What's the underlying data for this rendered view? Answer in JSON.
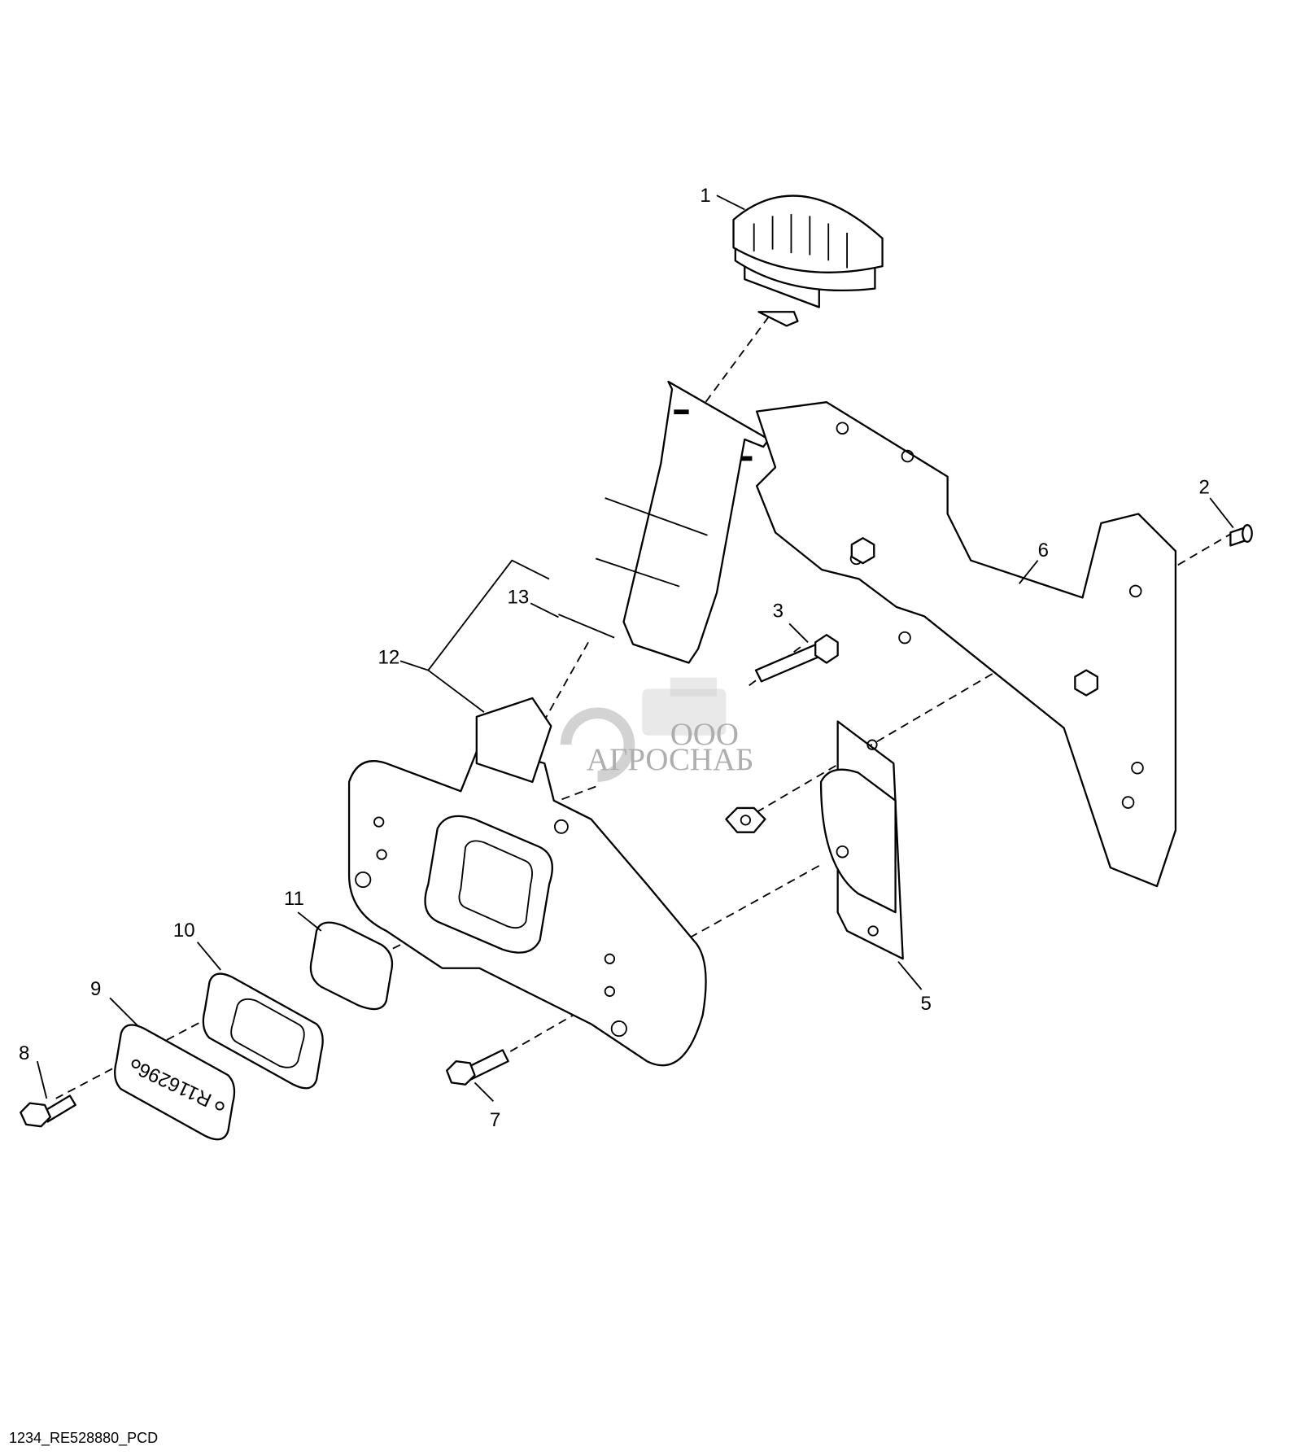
{
  "diagram": {
    "callouts": {
      "c1": "1",
      "c2": "2",
      "c3": "3",
      "c5": "5",
      "c6": "6",
      "c7": "7",
      "c8": "8",
      "c9": "9",
      "c10": "10",
      "c11": "11",
      "c12": "12",
      "c13": "13"
    },
    "cover_marking": "R116296",
    "watermark": {
      "prefix": "ООО",
      "name": "АГРОСНАБ"
    },
    "footer_id": "1234_RE528880_PCD"
  }
}
